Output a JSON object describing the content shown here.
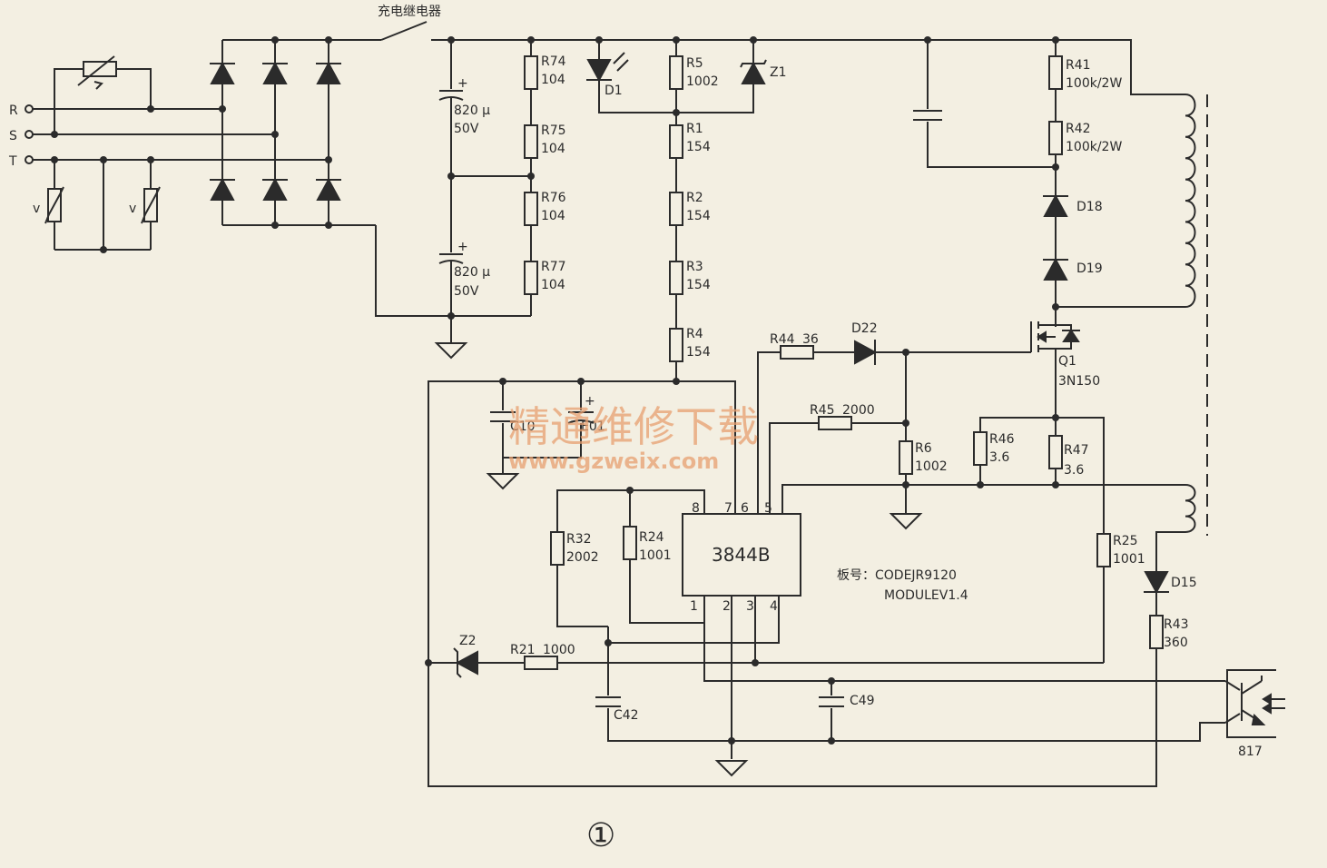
{
  "labels": {
    "relay": "充电继电器",
    "phase_r": "R",
    "phase_s": "S",
    "phase_t": "T",
    "cap_a": "820 μ",
    "cap_a_v": "50V",
    "cap_b": "820 μ",
    "cap_b_v": "50V",
    "r74": "R74",
    "r74_v": "104",
    "r75": "R75",
    "r75_v": "104",
    "r76": "R76",
    "r76_v": "104",
    "r77": "R77",
    "r77_v": "104",
    "d1": "D1",
    "r5": "R5",
    "r5_v": "1002",
    "z1": "Z1",
    "r1": "R1",
    "r1_v": "154",
    "r2": "R2",
    "r2_v": "154",
    "r3": "R3",
    "r3_v": "154",
    "r4": "R4",
    "r4_v": "154",
    "r41": "R41",
    "r41_v": "100k/2W",
    "r42": "R42",
    "r42_v": "100k/2W",
    "d18": "D18",
    "d19": "D19",
    "q1": "Q1",
    "q1_v": "3N150",
    "r44": "R44",
    "r44_v": "36",
    "d22": "D22",
    "r45": "R45",
    "r45_v": "2000",
    "c10": "C10",
    "e01": "E01",
    "r6": "R6",
    "r6_v": "1002",
    "r46": "R46",
    "r46_v": "3.6",
    "r47": "R47",
    "r47_v": "3.6",
    "ic": "3844B",
    "pin8": "8",
    "pin7": "7",
    "pin6": "6",
    "pin5": "5",
    "pin1": "1",
    "pin2": "2",
    "pin3": "3",
    "pin4": "4",
    "r32": "R32",
    "r32_v": "2002",
    "r24": "R24",
    "r24_v": "1001",
    "board_no": "板号：CODEJR9120",
    "module": "MODULEV1.4",
    "r25": "R25",
    "r25_v": "1001",
    "d15": "D15",
    "r43": "R43",
    "r43_v": "360",
    "z2": "Z2",
    "r21": "R21",
    "r21_v": "1000",
    "c42": "C42",
    "c49": "C49",
    "opto": "817",
    "fig_no": "①",
    "varistor_mark": "v"
  },
  "watermark": {
    "cn": "精通维修下载",
    "url": "www.gzweix.com"
  },
  "colors": {
    "ink": "#2b2b2b",
    "paper": "#f3efe2",
    "watermark": "#e8a070"
  }
}
